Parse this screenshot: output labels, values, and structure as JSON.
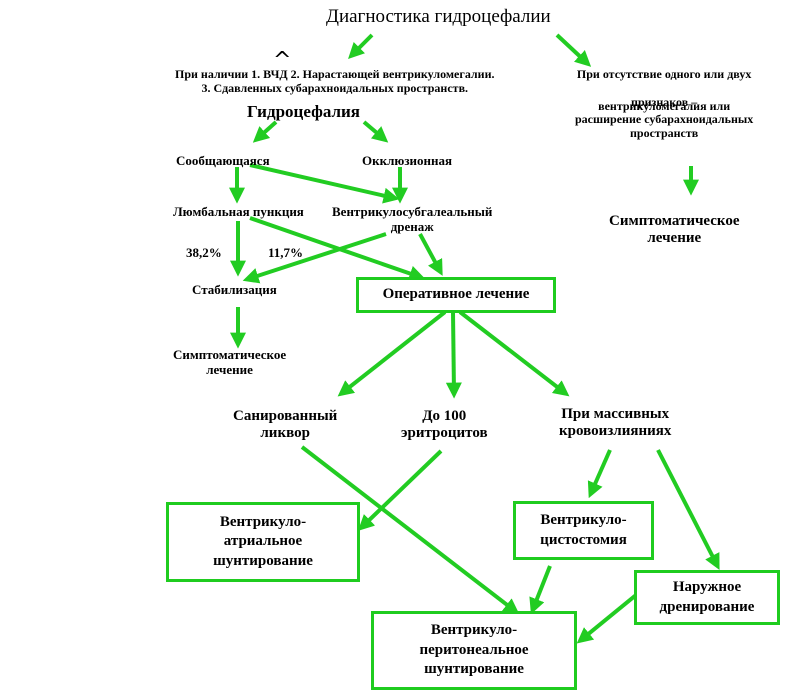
{
  "title": "Диагностика гидроцефалии",
  "criteria": {
    "line1": "При наличии 1. ВЧД 2. Нарастающей вентрикуломегалии.",
    "line2": "3. Сдавленных субарахноидальных пространств."
  },
  "caret": "^",
  "hydrocephalus": "Гидроцефалия",
  "absent": {
    "line1": "При отсутствие одного или двух",
    "line2": "признаков –",
    "line3": "вентрикуломегалия или",
    "line4": "расширение субарахноидальных",
    "line5": "пространств"
  },
  "symptomatic_right": {
    "line1": "Симптоматическое",
    "line2": "лечение"
  },
  "communicating": "Сообщающаяся",
  "occlusive": "Окклюзионная",
  "lumbar": "Люмбальная пункция",
  "drainage": {
    "line1": "Вентрикулосубгалеальный",
    "line2": "дренаж"
  },
  "pct_left": "38,2%",
  "pct_right": "11,7%",
  "stabilization": "Стабилизация",
  "operative": "Оперативное лечение",
  "symptomatic_left": {
    "line1": "Симптоматическое",
    "line2": "лечение"
  },
  "sanitized": {
    "line1": "Санированный",
    "line2": "ликвор"
  },
  "up_to_100": {
    "line1": "До 100",
    "line2": "эритроцитов"
  },
  "massive": {
    "line1": "При массивных",
    "line2": "кровоизлияниях"
  },
  "ventriculo_atrial": "Вентрикуло-\nатриальное\nшунтирование",
  "ventriculo_cisto": "Вентрикуло-\nцистостомия",
  "external": "Наружное\nдренирование",
  "ventriculo_peritoneal": "Вентрикуло-\nперитонеальное\nшунтирование",
  "colors": {
    "arrow": "#22cc22",
    "box_border": "#1fcc1f",
    "text": "#000000"
  }
}
